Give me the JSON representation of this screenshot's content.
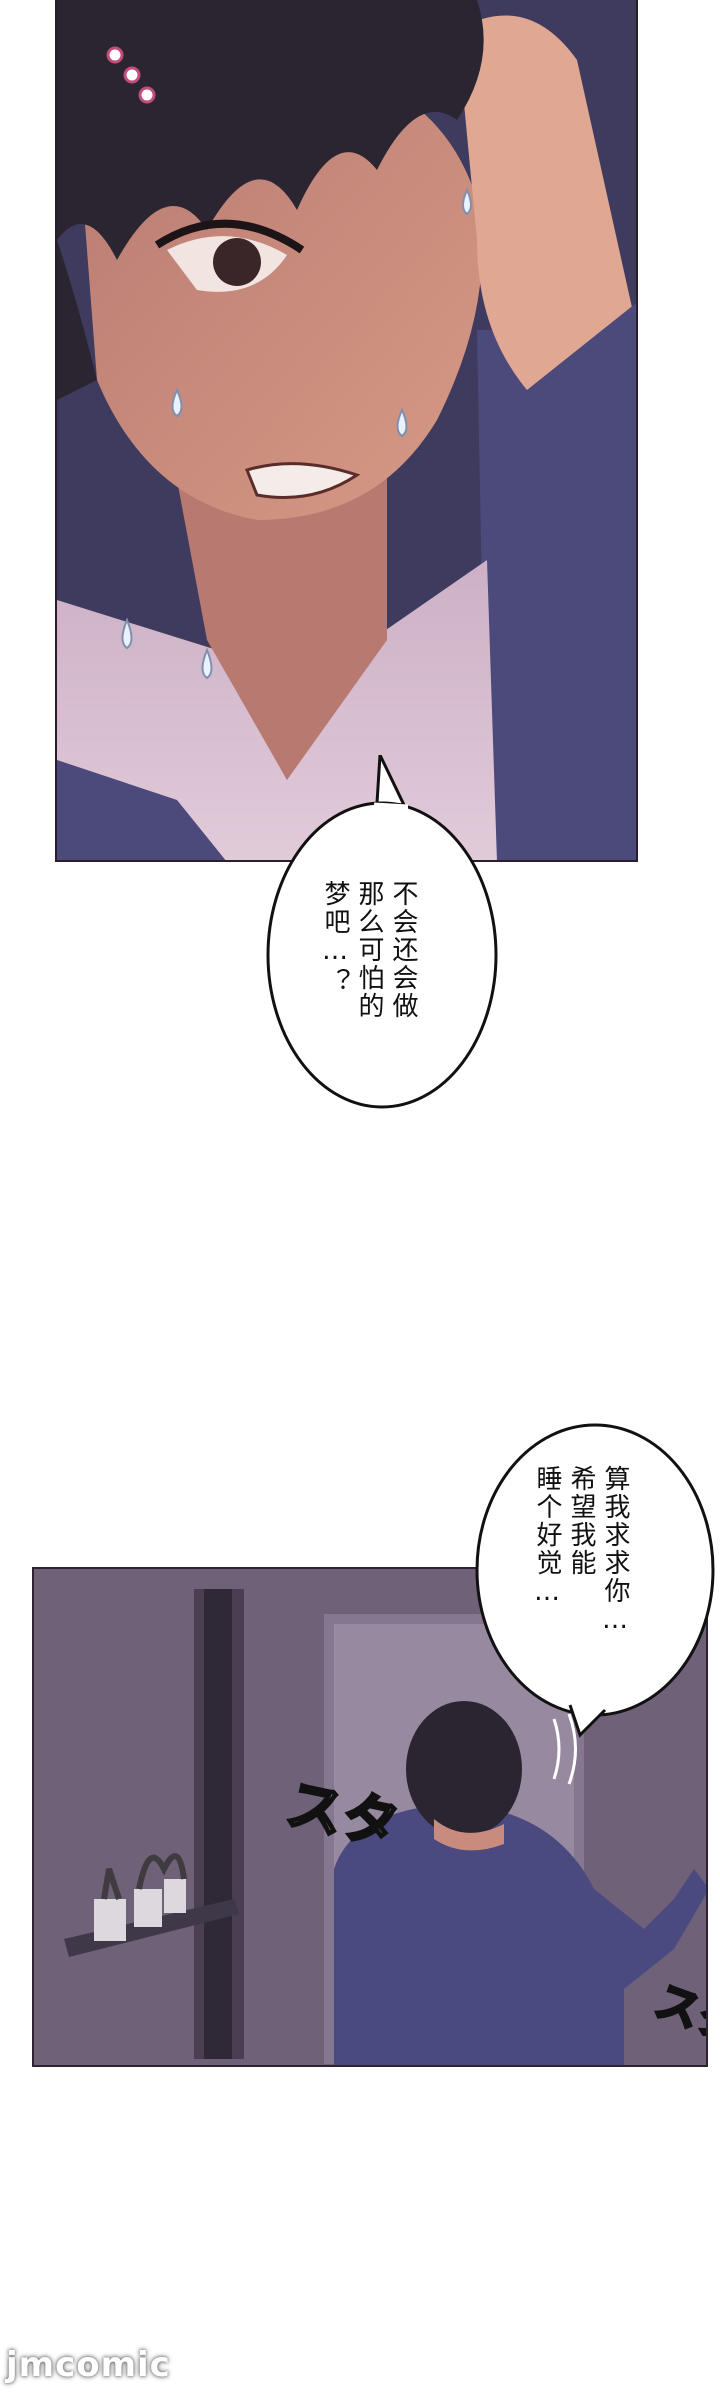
{
  "panels": {
    "top": {
      "description_colors": {
        "skin": "#c88b7e",
        "hair": "#2a2530",
        "shirt": "#d9c2d2",
        "jacket": "#4b4a7a"
      }
    },
    "room": {
      "description_colors": {
        "wall": "#6a5c74",
        "door": "#8a7b90",
        "figure": "#4a4a80"
      }
    }
  },
  "bubbles": {
    "dream": {
      "lines": [
        "不会还会做",
        "那么可怕的",
        "梦吧…？"
      ]
    },
    "sleep": {
      "lines": [
        "算我求求你…",
        "希望我能",
        "睡个好觉…"
      ]
    }
  },
  "sfx": {
    "footstep_left": "スタ",
    "footstep_right": "スタ"
  },
  "watermark": {
    "text": "jmcomic"
  }
}
